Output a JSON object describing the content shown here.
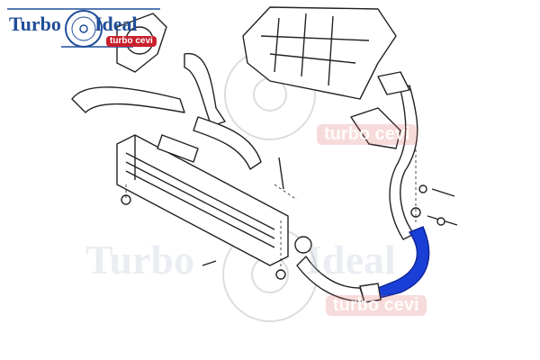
{
  "logo": {
    "word1": "Turbo",
    "word2": "Ideal",
    "tagline": "turbo cevi"
  },
  "watermark": {
    "word1": "Turbo",
    "word2": "Ideal",
    "tagline": "turbo cevi"
  },
  "colors": {
    "brand_blue": "#1f4e9a",
    "brand_red": "#c8202c",
    "highlight_hose": "#1a3fd6",
    "line": "#222222"
  }
}
